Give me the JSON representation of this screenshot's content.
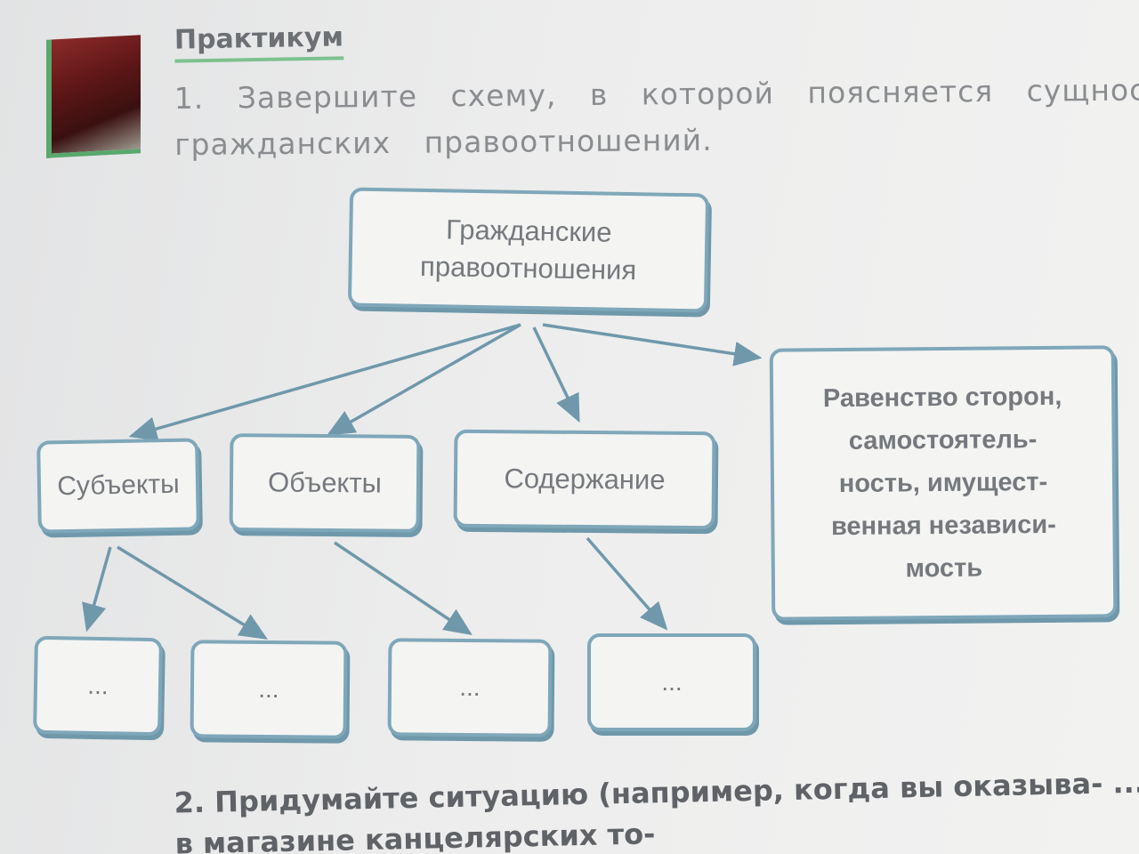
{
  "header": {
    "section_title": "Практикум",
    "task1_number": "1.",
    "task1_text": "Завершите схему, в которой поясняется сущность гражданских правоотношений."
  },
  "diagram": {
    "root": "Гражданские правоотношения",
    "nodes": {
      "subjects": "Субъекты",
      "objects": "Объекты",
      "content": "Содержание",
      "features": "Равенство сторон, самостоятель-ность, имущест-венная независи-мость"
    },
    "features_lines": [
      "Равенство сторон,",
      "самостоятель-",
      "ность, имущест-",
      "венная независи-",
      "мость"
    ],
    "blanks": [
      "...",
      "...",
      "...",
      "..."
    ]
  },
  "footer": {
    "task2_number": "2.",
    "task2_text": "Придумайте ситуацию (например, когда вы оказыва- ... в магазине канцелярских то-"
  },
  "colors": {
    "box_border": "#7fa7ba",
    "arrow": "#6f98ab",
    "title_underline": "#7dc28e"
  }
}
